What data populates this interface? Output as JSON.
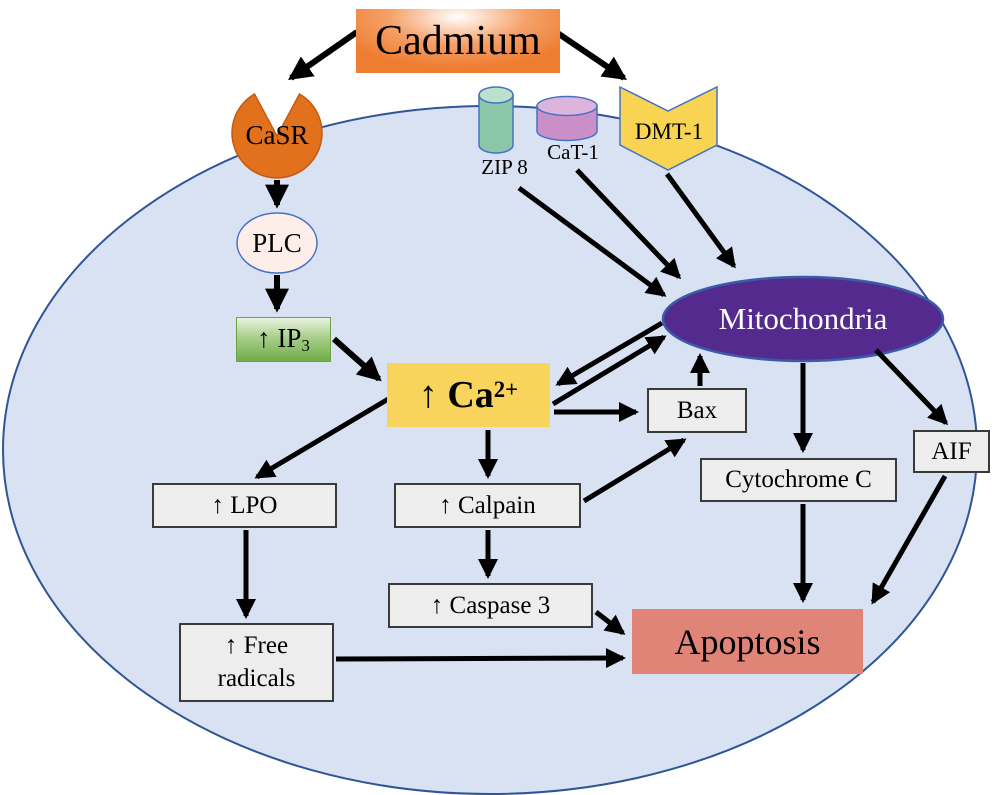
{
  "colors": {
    "cell_fill": "#d9e2f3",
    "cell_border": "#2f5597",
    "cadmium_orange": "#ed7d31",
    "casr_orange": "#e2711e",
    "casr_border": "#c55a11",
    "zip8_teal": "#8cc6a8",
    "zip8_teal_light": "#bce0ca",
    "cat1_mauve": "#c98fc6",
    "cat1_mauve_light": "#ddb4db",
    "dmt1_yellow": "#f8d452",
    "shape_border": "#4472c4",
    "plc_pink": "#fdeeea",
    "ip3_green": "#70ad47",
    "calcium_yellow": "#f8d45c",
    "mito_purple": "#552a8e",
    "mito_border": "#3a5ba9",
    "box_gray": "#ededed",
    "box_border": "#3a3a38",
    "apoptosis_salmon": "#e08478",
    "arrow_black": "#000000"
  },
  "nodes": {
    "cadmium": {
      "label": "Cadmium"
    },
    "casr": {
      "label": "CaSR"
    },
    "zip8": {
      "label": "ZIP 8"
    },
    "cat1": {
      "label": "CaT-1"
    },
    "dmt1": {
      "label": "DMT-1"
    },
    "plc": {
      "label": "PLC"
    },
    "ip3": {
      "label_prefix": "↑ IP",
      "label_sub": "3"
    },
    "calcium": {
      "label_prefix": "↑ Ca",
      "label_sup": "2+"
    },
    "mitochondria": {
      "label": "Mitochondria"
    },
    "bax": {
      "label": "Bax"
    },
    "aif": {
      "label": "AIF"
    },
    "cytochrome_c": {
      "label": "Cytochrome C"
    },
    "lpo": {
      "label": "↑ LPO"
    },
    "calpain": {
      "label": "↑ Calpain"
    },
    "caspase3": {
      "label": "↑ Caspase 3"
    },
    "free_radicals": {
      "label_line1": "↑ Free",
      "label_line2": "radicals"
    },
    "apoptosis": {
      "label": "Apoptosis"
    }
  },
  "edges": [
    {
      "from": "Cadmium",
      "to": "CaSR"
    },
    {
      "from": "Cadmium",
      "to": "DMT-1"
    },
    {
      "from": "CaSR",
      "to": "PLC"
    },
    {
      "from": "PLC",
      "to": "↑ IP3"
    },
    {
      "from": "↑ IP3",
      "to": "↑ Ca2+"
    },
    {
      "from": "ZIP 8",
      "to": "Mitochondria"
    },
    {
      "from": "CaT-1",
      "to": "Mitochondria"
    },
    {
      "from": "DMT-1",
      "to": "Mitochondria"
    },
    {
      "from": "Mitochondria",
      "to": "↑ Ca2+"
    },
    {
      "from": "↑ Ca2+",
      "to": "Mitochondria"
    },
    {
      "from": "↑ Ca2+",
      "to": "Bax"
    },
    {
      "from": "Bax",
      "to": "Mitochondria"
    },
    {
      "from": "↑ Ca2+",
      "to": "↑ LPO"
    },
    {
      "from": "↑ Ca2+",
      "to": "↑ Calpain"
    },
    {
      "from": "↑ Calpain",
      "to": "↑ Caspase 3"
    },
    {
      "from": "↑ Calpain",
      "to": "Bax"
    },
    {
      "from": "↑ LPO",
      "to": "↑ Free radicals"
    },
    {
      "from": "Mitochondria",
      "to": "Cytochrome C"
    },
    {
      "from": "Mitochondria",
      "to": "AIF"
    },
    {
      "from": "Cytochrome C",
      "to": "Apoptosis"
    },
    {
      "from": "AIF",
      "to": "Apoptosis"
    },
    {
      "from": "↑ Caspase 3",
      "to": "Apoptosis"
    },
    {
      "from": "↑ Free radicals",
      "to": "Apoptosis"
    }
  ]
}
